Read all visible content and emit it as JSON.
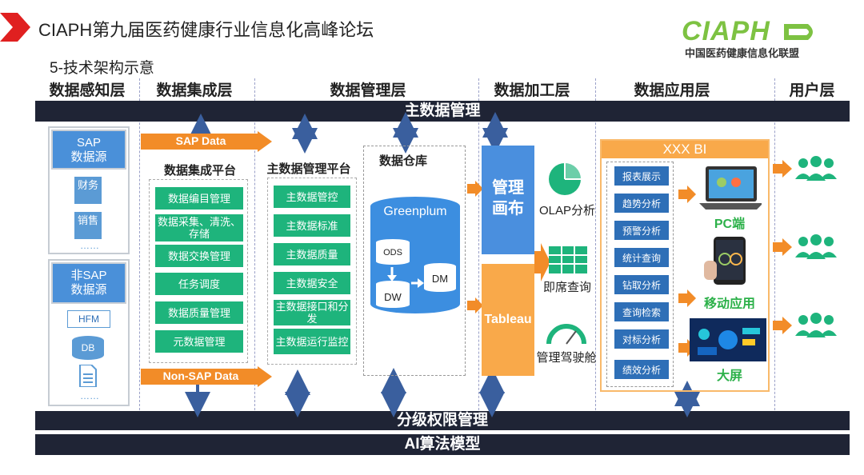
{
  "header": {
    "title": "CIAPH第九届医药健康行业信息化高峰论坛",
    "subtitle": "5-技术架构示意",
    "logo": "CIAPH",
    "logo_sub": "中国医药健康信息化联盟"
  },
  "layers": [
    "数据感知层",
    "数据集成层",
    "数据管理层",
    "数据加工层",
    "数据应用层",
    "用户层"
  ],
  "bars": {
    "top": "主数据管理",
    "permission": "分级权限管理",
    "ai": "AI算法模型"
  },
  "sources": {
    "sap": {
      "label": "SAP\n数据源",
      "items": [
        "财务",
        "销售"
      ],
      "more": "……"
    },
    "nonsap": {
      "label": "非SAP\n数据源",
      "items": [
        "HFM",
        "DB"
      ],
      "more": "……"
    }
  },
  "integration": {
    "sap_arrow": "SAP Data",
    "nonsap_arrow": "Non-SAP Data",
    "heading": "数据集成平台",
    "items": [
      "数据编目管理",
      "数据采集、清洗、存储",
      "数据交换管理",
      "任务调度",
      "数据质量管理",
      "元数据管理"
    ]
  },
  "mdm": {
    "heading": "主数据管理平台",
    "items": [
      "主数据管控",
      "主数据标准",
      "主数据质量",
      "主数据安全",
      "主数据接口和分发",
      "主数据运行监控"
    ]
  },
  "warehouse": {
    "heading": "数据仓库",
    "engine": "Greenplum",
    "ods": "ODS",
    "dw": "DW",
    "dm": "DM"
  },
  "processing": {
    "canvas": "管理\n画布",
    "tableau": "Tableau",
    "tools": [
      "OLAP分析",
      "即席查询",
      "管理驾驶舱"
    ]
  },
  "application": {
    "bi_title": "XXX BI",
    "items": [
      "报表展示",
      "趋势分析",
      "预警分析",
      "统计查询",
      "钻取分析",
      "查询检索",
      "对标分析",
      "绩效分析"
    ],
    "outputs": [
      "PC端",
      "移动应用",
      "大屏"
    ]
  },
  "colors": {
    "dark": "#1f2435",
    "orange": "#f28c28",
    "green": "#1eb47c",
    "blue": "#2e6fb7",
    "lightblue": "#5b9bd5"
  }
}
